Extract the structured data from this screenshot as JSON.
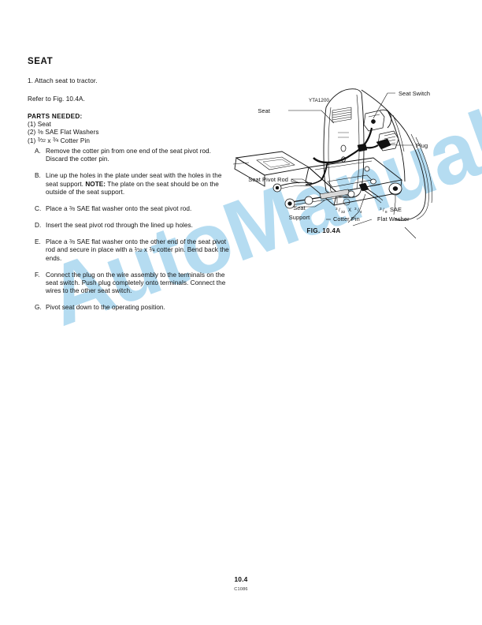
{
  "document": {
    "section_title": "SEAT",
    "step_one": "1.  Attach seat to tractor.",
    "refer": "Refer to Fig. 10.4A.",
    "parts_heading": "PARTS NEEDED:",
    "parts": [
      {
        "qty": "(1)",
        "desc": "Seat"
      },
      {
        "qty": "(2)",
        "desc": "SAE Flat Washers",
        "fraction": "3/8"
      },
      {
        "qty": "(1)",
        "desc": "Cotter Pin",
        "fraction_a": "3/32",
        "fraction_b": "3/4",
        "sep": "x"
      }
    ],
    "steps": [
      {
        "letter": "A.",
        "text": "Remove the cotter pin from one end of the seat pivot rod. Discard the cotter pin."
      },
      {
        "letter": "B.",
        "text_before": "Line up the holes in the plate under seat with the holes in the seat support. ",
        "bold": "NOTE:",
        "text_after": " The plate on the seat should be on the outside of the seat support."
      },
      {
        "letter": "C.",
        "text_before": "Place a ",
        "fraction": "3/8",
        "text_after": " SAE flat washer onto the seat pivot rod."
      },
      {
        "letter": "D.",
        "text": "Insert the seat pivot rod through the lined up holes."
      },
      {
        "letter": "E.",
        "text_before": "Place a ",
        "fraction": "3/8",
        "text_mid": " SAE flat washer onto the other end of the seat pivot rod and secure in place with a ",
        "fraction_a": "3/32",
        "sep": " x ",
        "fraction_b": "3/4",
        "text_after": " cotter pin. Bend back the ends."
      },
      {
        "letter": "F.",
        "text": "Connect the plug on the wire assembly to the terminals on the seat switch. Push plug completely onto terminals. Connect the wires to the other seat switch."
      },
      {
        "letter": "G.",
        "text": "Pivot seat down to the operating position."
      }
    ]
  },
  "figure": {
    "caption": "FIG. 10.4A",
    "part_number": "YTA1200",
    "labels": {
      "seat": "Seat",
      "seat_switch": "Seat Switch",
      "plug": "Plug",
      "seat_pivot_rod": "Seat Pivot Rod",
      "seat_support_line1": "Seat",
      "seat_support_line2": "Support",
      "cotter_pin_frac": "3/32 X 3/4",
      "cotter_pin_line2": "Cotter Pin",
      "flat_washer_frac": "3/8 SAE",
      "flat_washer_line2": "Flat Washer"
    }
  },
  "footer": {
    "page_number": "10.4",
    "doc_code": "C1086"
  },
  "watermark": {
    "text": "AutoManual",
    "color": "#b5dcf1"
  }
}
